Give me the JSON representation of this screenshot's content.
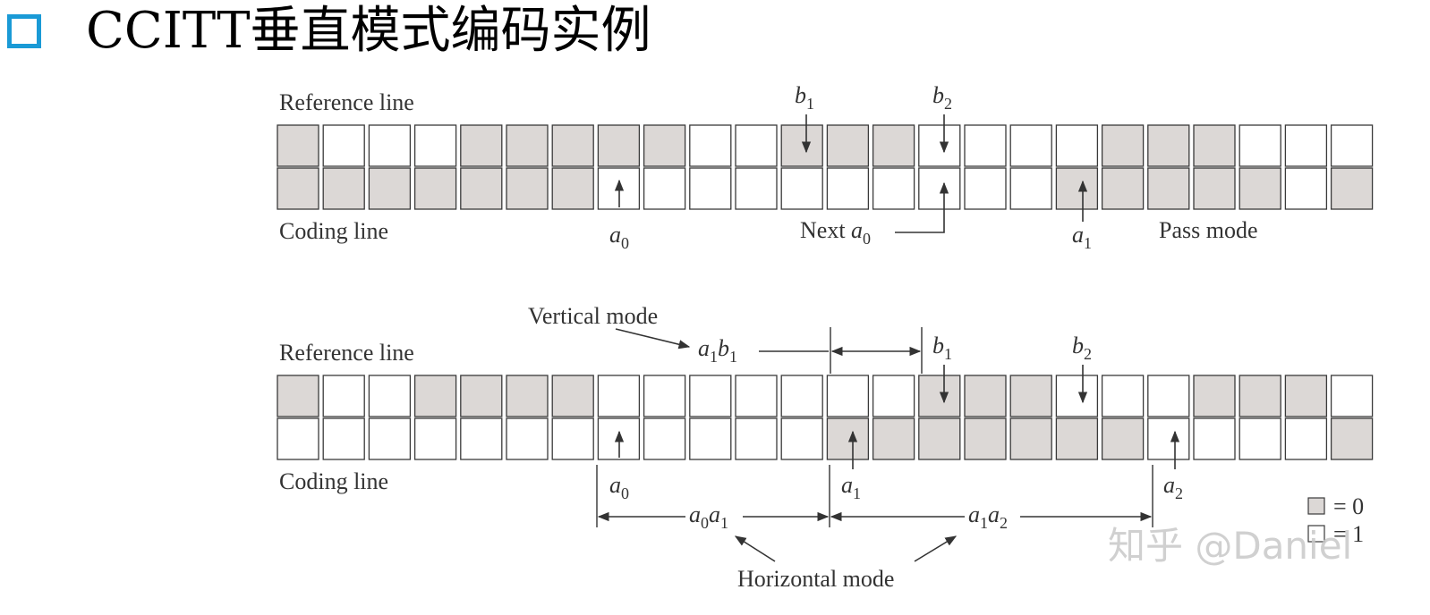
{
  "title": "CCITT垂直模式编码实例",
  "accent_color": "#1a9ad6",
  "cell_colors": {
    "zero": "#dcd8d6",
    "one": "#ffffff",
    "border": "#3a3a3a"
  },
  "top": {
    "reference_label": "Reference line",
    "coding_label": "Coding line",
    "reference_cells": [
      0,
      1,
      1,
      1,
      0,
      0,
      0,
      0,
      0,
      1,
      1,
      0,
      0,
      0,
      1,
      1,
      1,
      1,
      0,
      0,
      0,
      1,
      1,
      1
    ],
    "coding_cells": [
      0,
      0,
      0,
      0,
      0,
      0,
      0,
      1,
      1,
      1,
      1,
      1,
      1,
      1,
      1,
      1,
      1,
      0,
      0,
      0,
      0,
      0,
      1,
      0
    ],
    "b1": {
      "main": "b",
      "sub": "1"
    },
    "b2": {
      "main": "b",
      "sub": "2"
    },
    "a0": {
      "main": "a",
      "sub": "0"
    },
    "a1": {
      "main": "a",
      "sub": "1"
    },
    "next_a0": {
      "prefix": "Next ",
      "main": "a",
      "sub": "0"
    },
    "mode_label": "Pass mode"
  },
  "bottom": {
    "reference_label": "Reference line",
    "coding_label": "Coding line",
    "reference_cells": [
      0,
      1,
      1,
      0,
      0,
      0,
      0,
      1,
      1,
      1,
      1,
      1,
      1,
      1,
      0,
      0,
      0,
      1,
      1,
      1,
      0,
      0,
      0,
      1
    ],
    "coding_cells": [
      1,
      1,
      1,
      1,
      1,
      1,
      1,
      1,
      1,
      1,
      1,
      1,
      0,
      0,
      0,
      0,
      0,
      0,
      0,
      1,
      1,
      1,
      1,
      0
    ],
    "vertical_mode_label": "Vertical mode",
    "a1b1": {
      "m1": "a",
      "s1": "1",
      "m2": "b",
      "s2": "1"
    },
    "b1": {
      "main": "b",
      "sub": "1"
    },
    "b2": {
      "main": "b",
      "sub": "2"
    },
    "a0": {
      "main": "a",
      "sub": "0"
    },
    "a1": {
      "main": "a",
      "sub": "1"
    },
    "a2": {
      "main": "a",
      "sub": "2"
    },
    "a0a1": {
      "m1": "a",
      "s1": "0",
      "m2": "a",
      "s2": "1"
    },
    "a1a2": {
      "m1": "a",
      "s1": "1",
      "m2": "a",
      "s2": "2"
    },
    "horizontal_mode_label": "Horizontal mode"
  },
  "legend": {
    "zero_text": "= 0",
    "one_text": "= 1"
  },
  "watermark": "知乎 @Daniel"
}
